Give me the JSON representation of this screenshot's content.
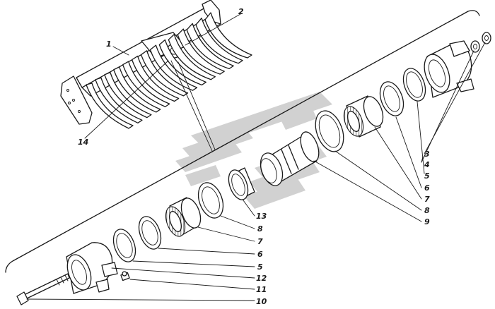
{
  "diagram": {
    "callouts": [
      {
        "id": "c1",
        "text": "1"
      },
      {
        "id": "c2",
        "text": "2"
      },
      {
        "id": "c14",
        "text": "14"
      },
      {
        "id": "c3",
        "text": "3"
      },
      {
        "id": "c4",
        "text": "4"
      },
      {
        "id": "c5a",
        "text": "5"
      },
      {
        "id": "c6a",
        "text": "6"
      },
      {
        "id": "c7a",
        "text": "7"
      },
      {
        "id": "c8a",
        "text": "8"
      },
      {
        "id": "c9",
        "text": "9"
      },
      {
        "id": "c13",
        "text": "13"
      },
      {
        "id": "c8b",
        "text": "8"
      },
      {
        "id": "c7b",
        "text": "7"
      },
      {
        "id": "c6b",
        "text": "6"
      },
      {
        "id": "c5b",
        "text": "5"
      },
      {
        "id": "c12",
        "text": "12"
      },
      {
        "id": "c11",
        "text": "11"
      },
      {
        "id": "c10",
        "text": "10"
      }
    ],
    "watermark": "logo-mark"
  }
}
